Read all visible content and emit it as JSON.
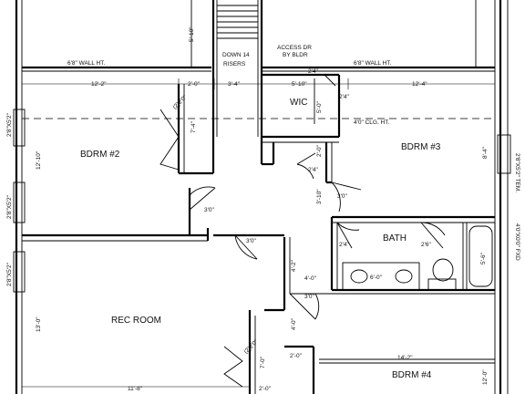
{
  "rooms": {
    "bdrm2": "BDRM #2",
    "bdrm3": "BDRM #3",
    "bdrm4": "BDRM #4",
    "rec_room": "REC ROOM",
    "bath": "BATH",
    "wic": "WIC"
  },
  "notes": {
    "wall_ht_left": "6'8\" WALL HT.",
    "wall_ht_right": "6'8\" WALL HT.",
    "stair_line1": "DOWN 14",
    "stair_line2": "RISERS",
    "access_line1": "ACCESS DR",
    "access_line2": "BY BLDR",
    "clg_ht": "4'0\" CLG. HT.",
    "tub": "4'0\"X0'0\" FXD"
  },
  "dims": {
    "d_12_2": "12'-2\"",
    "d_2_0_a": "2'-0\"",
    "d_3_4": "3'-4\"",
    "d_5_10": "5'-10\"",
    "d_12_4": "12'-4\"",
    "d_2_4_a": "2'4\"",
    "d_2_4_b": "2'4\"",
    "d_2_4_c": "2'4\"",
    "d_2_4_d": "2'4\"",
    "d_2_6": "2'6\"",
    "d_3_0_a": "3'0\"",
    "d_3_0_b": "3'0\"",
    "d_3_0_c": "3'0\"",
    "d_3_0_d": "3'0\"",
    "d_4_0_a": "4'-0\"",
    "d_6_0": "6'-0\"",
    "d_14_2": "14'-2\"",
    "d_11_8": "11'-8\"",
    "d_2_0_b": "2'-0\"",
    "d_2_0_c": "2'-0\"",
    "v_5_10_top": "5'-10\"",
    "v_5_0": "5'-0\"",
    "v_7_4": "7'-4\"",
    "v_12_10": "12'-10\"",
    "v_2_0": "2'-0\"",
    "v_3_10": "3'-10\"",
    "v_4_2": "4'-2\"",
    "v_4_0": "4'-0\"",
    "v_7_0": "7'-0\"",
    "v_8_4": "8'-4\"",
    "v_5_6": "5'-6\"",
    "v_13_0": "13'-0\"",
    "v_12_0": "12'-0\"",
    "w_left1": "2'8\"X5'2\"",
    "w_left2": "2'8\"X5'2\"",
    "w_left3": "2'8\"X5'2\"",
    "w_right": "2'8\"X5'2\" TEM.",
    "w_2020_a": "(2)2'0\"",
    "w_2020_b": "(2)2'0\""
  }
}
